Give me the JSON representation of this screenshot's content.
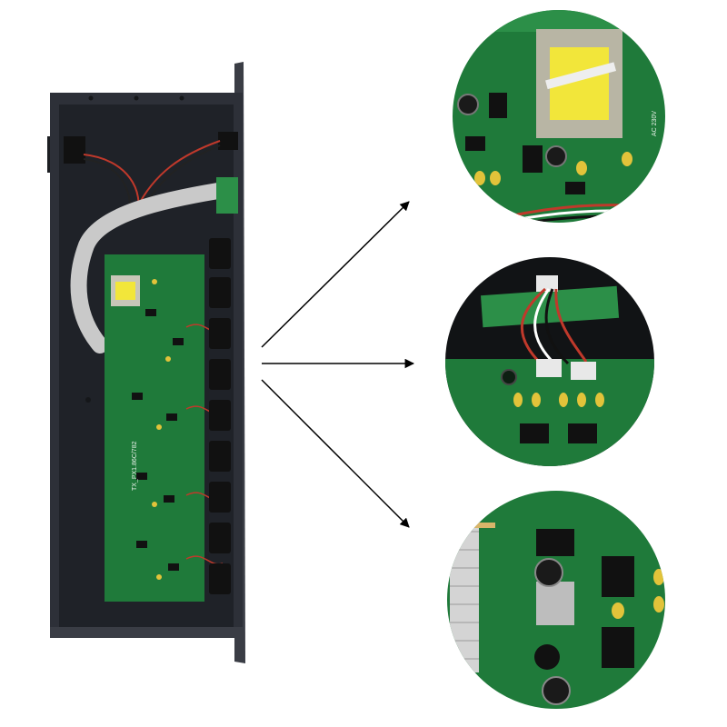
{
  "photo": {
    "board_label": "TX_PX1.86C/782",
    "transformer_label": "AC 230V",
    "colors": {
      "background": "#ffffff",
      "chassis": "#2d3038",
      "chassis_interior": "#1f2228",
      "pcb": "#1f7a3a",
      "pcb_light": "#2c8f48",
      "transformer_coil": "#f2e63a",
      "ribbon_cable": "#c9c9c9",
      "arrow": "#000000"
    },
    "icons": [
      "arrow-right-up",
      "arrow-right",
      "arrow-right-down"
    ]
  }
}
